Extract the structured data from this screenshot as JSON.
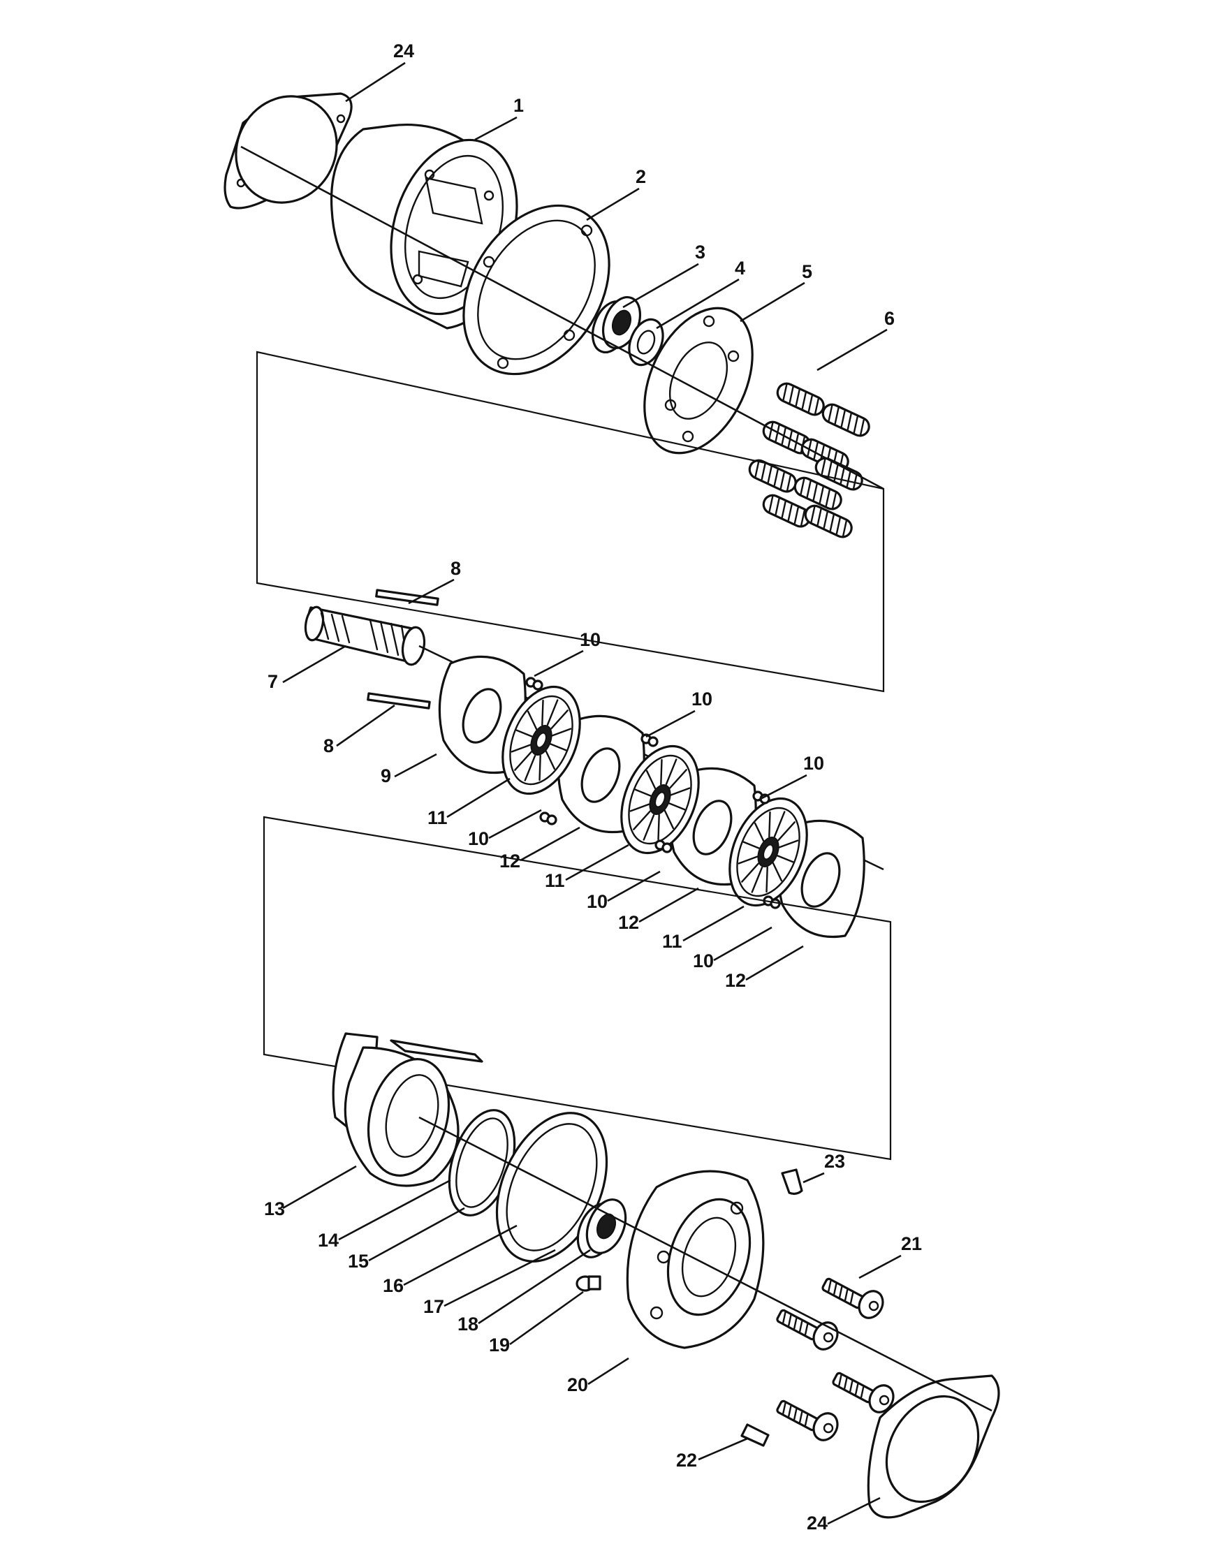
{
  "callouts": [
    {
      "id": "c24a",
      "text": "24"
    },
    {
      "id": "c1",
      "text": "1"
    },
    {
      "id": "c2",
      "text": "2"
    },
    {
      "id": "c3",
      "text": "3"
    },
    {
      "id": "c4",
      "text": "4"
    },
    {
      "id": "c5",
      "text": "5"
    },
    {
      "id": "c6",
      "text": "6"
    },
    {
      "id": "c8a",
      "text": "8"
    },
    {
      "id": "c7",
      "text": "7"
    },
    {
      "id": "c10a",
      "text": "10"
    },
    {
      "id": "c8b",
      "text": "8"
    },
    {
      "id": "c10b",
      "text": "10"
    },
    {
      "id": "c9",
      "text": "9"
    },
    {
      "id": "c10c",
      "text": "10"
    },
    {
      "id": "c11a",
      "text": "11"
    },
    {
      "id": "c10d",
      "text": "10"
    },
    {
      "id": "c12a",
      "text": "12"
    },
    {
      "id": "c11b",
      "text": "11"
    },
    {
      "id": "c10e",
      "text": "10"
    },
    {
      "id": "c12b",
      "text": "12"
    },
    {
      "id": "c11c",
      "text": "11"
    },
    {
      "id": "c10f",
      "text": "10"
    },
    {
      "id": "c12c",
      "text": "12"
    },
    {
      "id": "c23",
      "text": "23"
    },
    {
      "id": "c13",
      "text": "13"
    },
    {
      "id": "c21",
      "text": "21"
    },
    {
      "id": "c14",
      "text": "14"
    },
    {
      "id": "c15",
      "text": "15"
    },
    {
      "id": "c16",
      "text": "16"
    },
    {
      "id": "c17",
      "text": "17"
    },
    {
      "id": "c18",
      "text": "18"
    },
    {
      "id": "c19",
      "text": "19"
    },
    {
      "id": "c20",
      "text": "20"
    },
    {
      "id": "c22",
      "text": "22"
    },
    {
      "id": "c24b",
      "text": "24"
    }
  ]
}
